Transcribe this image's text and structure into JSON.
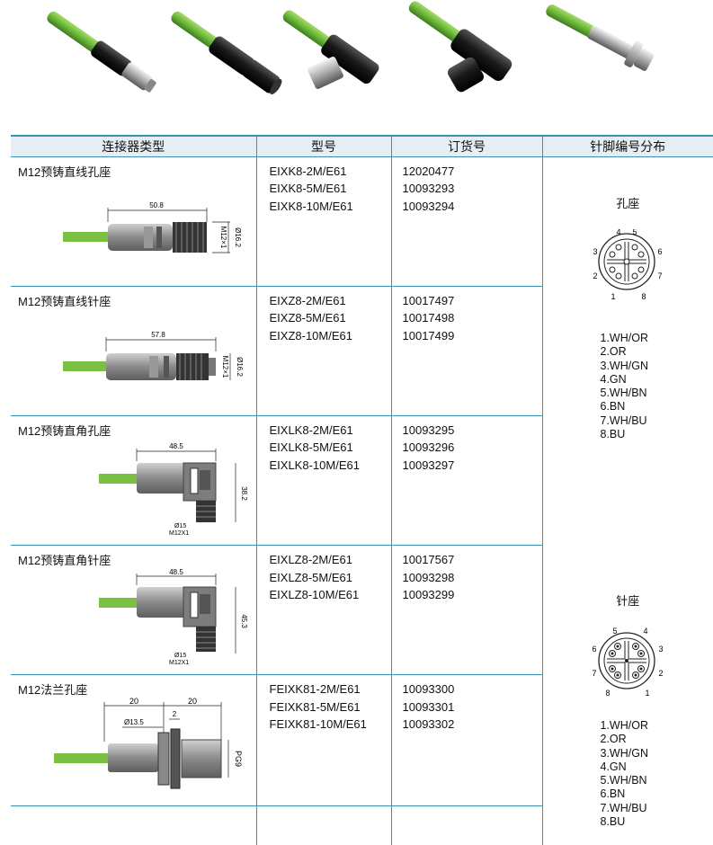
{
  "table": {
    "headers": [
      "连接器类型",
      "型号",
      "订货号",
      "针脚编号分布"
    ],
    "rows": [
      {
        "type": "M12预铸直线孔座",
        "models": [
          "EIXK8-2M/E61",
          "EIXK8-5M/E61",
          "EIXK8-10M/E61"
        ],
        "orders": [
          "12020477",
          "10093293",
          "10093294"
        ],
        "dims": [
          "50.8",
          "Ø16.2",
          "M12×1"
        ]
      },
      {
        "type": "M12预铸直线针座",
        "models": [
          "EIXZ8-2M/E61",
          "EIXZ8-5M/E61",
          "EIXZ8-10M/E61"
        ],
        "orders": [
          "10017497",
          "10017498",
          "10017499"
        ],
        "dims": [
          "57.8",
          "Ø16.2",
          "M12×1"
        ]
      },
      {
        "type": "M12预铸直角孔座",
        "models": [
          "EIXLK8-2M/E61",
          "EIXLK8-5M/E61",
          "EIXLK8-10M/E61"
        ],
        "orders": [
          "10093295",
          "10093296",
          "10093297"
        ],
        "dims": [
          "48.5",
          "38.2",
          "Ø15",
          "M12X1"
        ]
      },
      {
        "type": "M12预铸直角针座",
        "models": [
          "EIXLZ8-2M/E61",
          "EIXLZ8-5M/E61",
          "EIXLZ8-10M/E61"
        ],
        "orders": [
          "10017567",
          "10093298",
          "10093299"
        ],
        "dims": [
          "48.5",
          "45.3",
          "Ø15",
          "M12X1"
        ]
      },
      {
        "type": "M12法兰孔座",
        "models": [
          "FEIXK81-2M/E61",
          "FEIXK81-5M/E61",
          "FEIXK81-10M/E61"
        ],
        "orders": [
          "10093300",
          "10093301",
          "10093302"
        ],
        "dims": [
          "20",
          "20",
          "Ø13.5",
          "2",
          "PG9"
        ]
      },
      {
        "type": "",
        "models": [],
        "orders": [],
        "dims": []
      }
    ]
  },
  "pinout": {
    "female": {
      "title": "孔座",
      "pin_numbers": [
        "4",
        "5",
        "3",
        "6",
        "2",
        "7",
        "1",
        "8"
      ],
      "wires": [
        "1.WH/OR",
        "2.OR",
        "3.WH/GN",
        "4.GN",
        "5.WH/BN",
        "6.BN",
        "7.WH/BU",
        "8.BU"
      ]
    },
    "male": {
      "title": "针座",
      "pin_numbers": [
        "5",
        "4",
        "6",
        "3",
        "7",
        "2",
        "8",
        "1"
      ],
      "wires": [
        "1.WH/OR",
        "2.OR",
        "3.WH/GN",
        "4.GN",
        "5.WH/BN",
        "6.BN",
        "7.WH/BU",
        "8.BU"
      ]
    }
  },
  "colors": {
    "cable": "#7cc043",
    "table_line": "#3f8fb3",
    "header_bg": "#e5eef4"
  }
}
